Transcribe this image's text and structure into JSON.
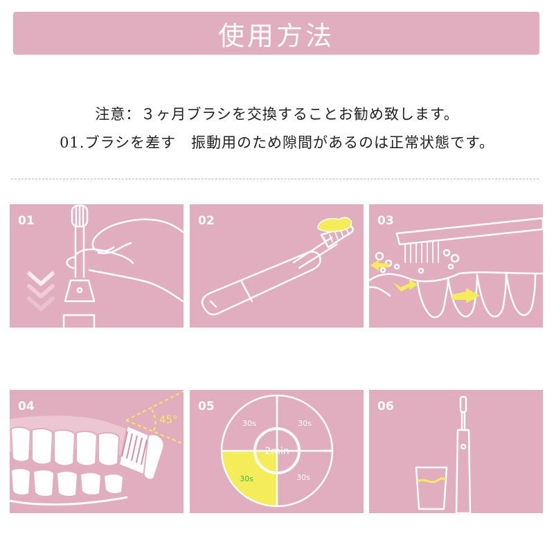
{
  "header": {
    "title": "使用方法"
  },
  "notes": {
    "line1": "注意：３ヶ月ブラシを交換することお勧め致します。",
    "line2": "01.ブラシを差す　振動用のため隙間があるのは正常状態です。"
  },
  "steps": [
    {
      "number": "01"
    },
    {
      "number": "02"
    },
    {
      "number": "03"
    },
    {
      "number": "04",
      "angle_label": "45°"
    },
    {
      "number": "05",
      "center_label": "2min",
      "quadrant_labels": [
        "30s",
        "30s",
        "30s",
        "30s"
      ]
    },
    {
      "number": "06"
    }
  ],
  "colors": {
    "panel": "#e0aebe",
    "title_bar": "#e0aebe",
    "line": "#ffffff",
    "highlight": "#f5ec5a",
    "accent_green": "#3bb84a"
  }
}
